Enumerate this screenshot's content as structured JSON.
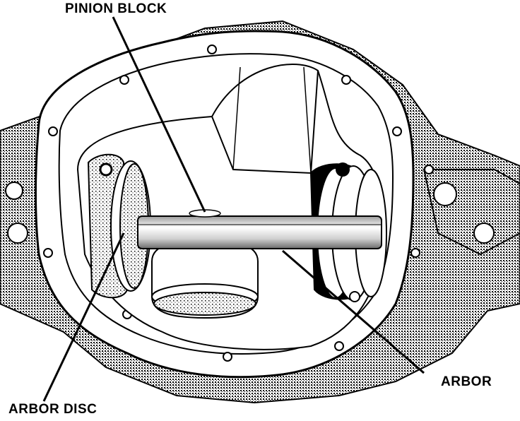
{
  "labels": {
    "pinion_block": "PINION BLOCK",
    "arbor": "ARBOR",
    "arbor_disc": "ARBOR DISC"
  },
  "colors": {
    "ink": "#000000",
    "paper": "#ffffff",
    "shade": "#8a8a8a"
  }
}
